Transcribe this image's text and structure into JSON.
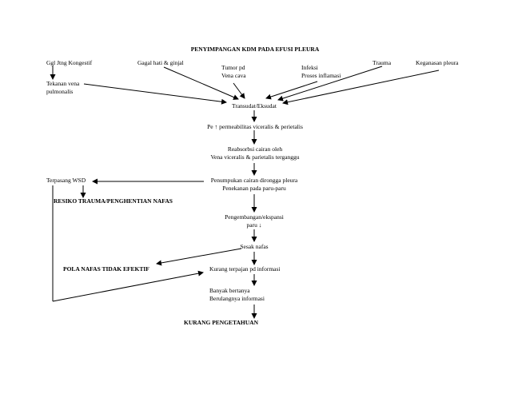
{
  "title": "PENYIMPANGAN KDM PADA EFUSI PLEURA",
  "causes": {
    "ggl_jtng": "Ggl Jtng Kongestif",
    "gagal_hati": "Gagal hati & ginjal",
    "tumor": "Tumor pd\nVena cava",
    "infeksi": "Infeksi\nProses inflamasi",
    "trauma": "Trauma",
    "keganasan": "Keganasan pleura"
  },
  "tekanan": "Tekanan vena\npulmonalis",
  "transudat": "Transudat/Eksudat",
  "permeabilitas": "Pe ↑ permeabilitas viceralis & perietalis",
  "reabsorbsi": "Reabsorbsi cairan oleh\nVena viceralis & parietalis terganggu",
  "penumpukan": "Penumpukan cairan dirongga pleura\nPenekanan pada paru-paru",
  "terpasang_wsd": "Terpasang WSD",
  "resiko": "RESIKO TRAUMA/PENGHENTIAN NAFAS",
  "pengembangan": "Pengembangan/ekspansi\nparu ↓",
  "sesak": "Sesak nafas",
  "pola_nafas": "POLA NAFAS TIDAK EFEKTIF",
  "kurang_terpajan": "Kurang terpajan pd informasi",
  "banyak_bertanya": "Banyak bertanya\nBerulangnya informasi",
  "kurang_pengetahuan": "KURANG PENGETAHUAN"
}
